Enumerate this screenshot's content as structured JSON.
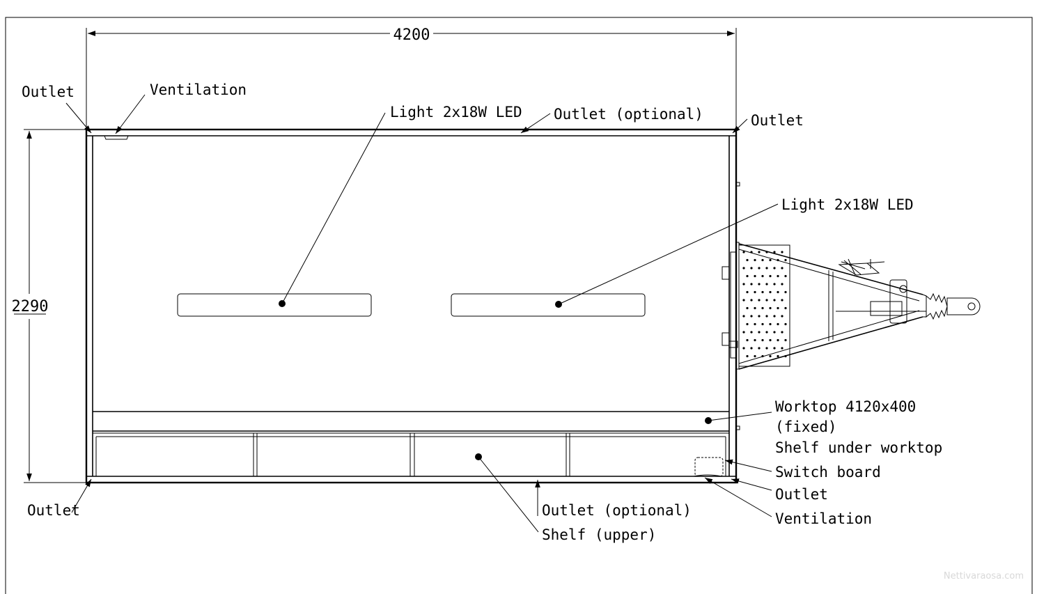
{
  "drawing": {
    "width_dim": "4200",
    "height_dim": "2290",
    "labels": {
      "outlet_top_left": "Outlet",
      "ventilation_top": "Ventilation",
      "light_left": "Light 2x18W LED",
      "outlet_optional_top": "Outlet (optional)",
      "outlet_top_right": "Outlet",
      "light_right": "Light 2x18W LED",
      "worktop_line1": "Worktop 4120x400",
      "worktop_line2": "(fixed)",
      "shelf_under": "Shelf under worktop",
      "switch_board": "Switch board",
      "outlet_bottom_right": "Outlet",
      "ventilation_bottom": "Ventilation",
      "outlet_bottom_left": "Outlet",
      "outlet_optional_bottom": "Outlet (optional)",
      "shelf_upper": "Shelf (upper)"
    },
    "watermark": "Nettivaraosa.com"
  }
}
